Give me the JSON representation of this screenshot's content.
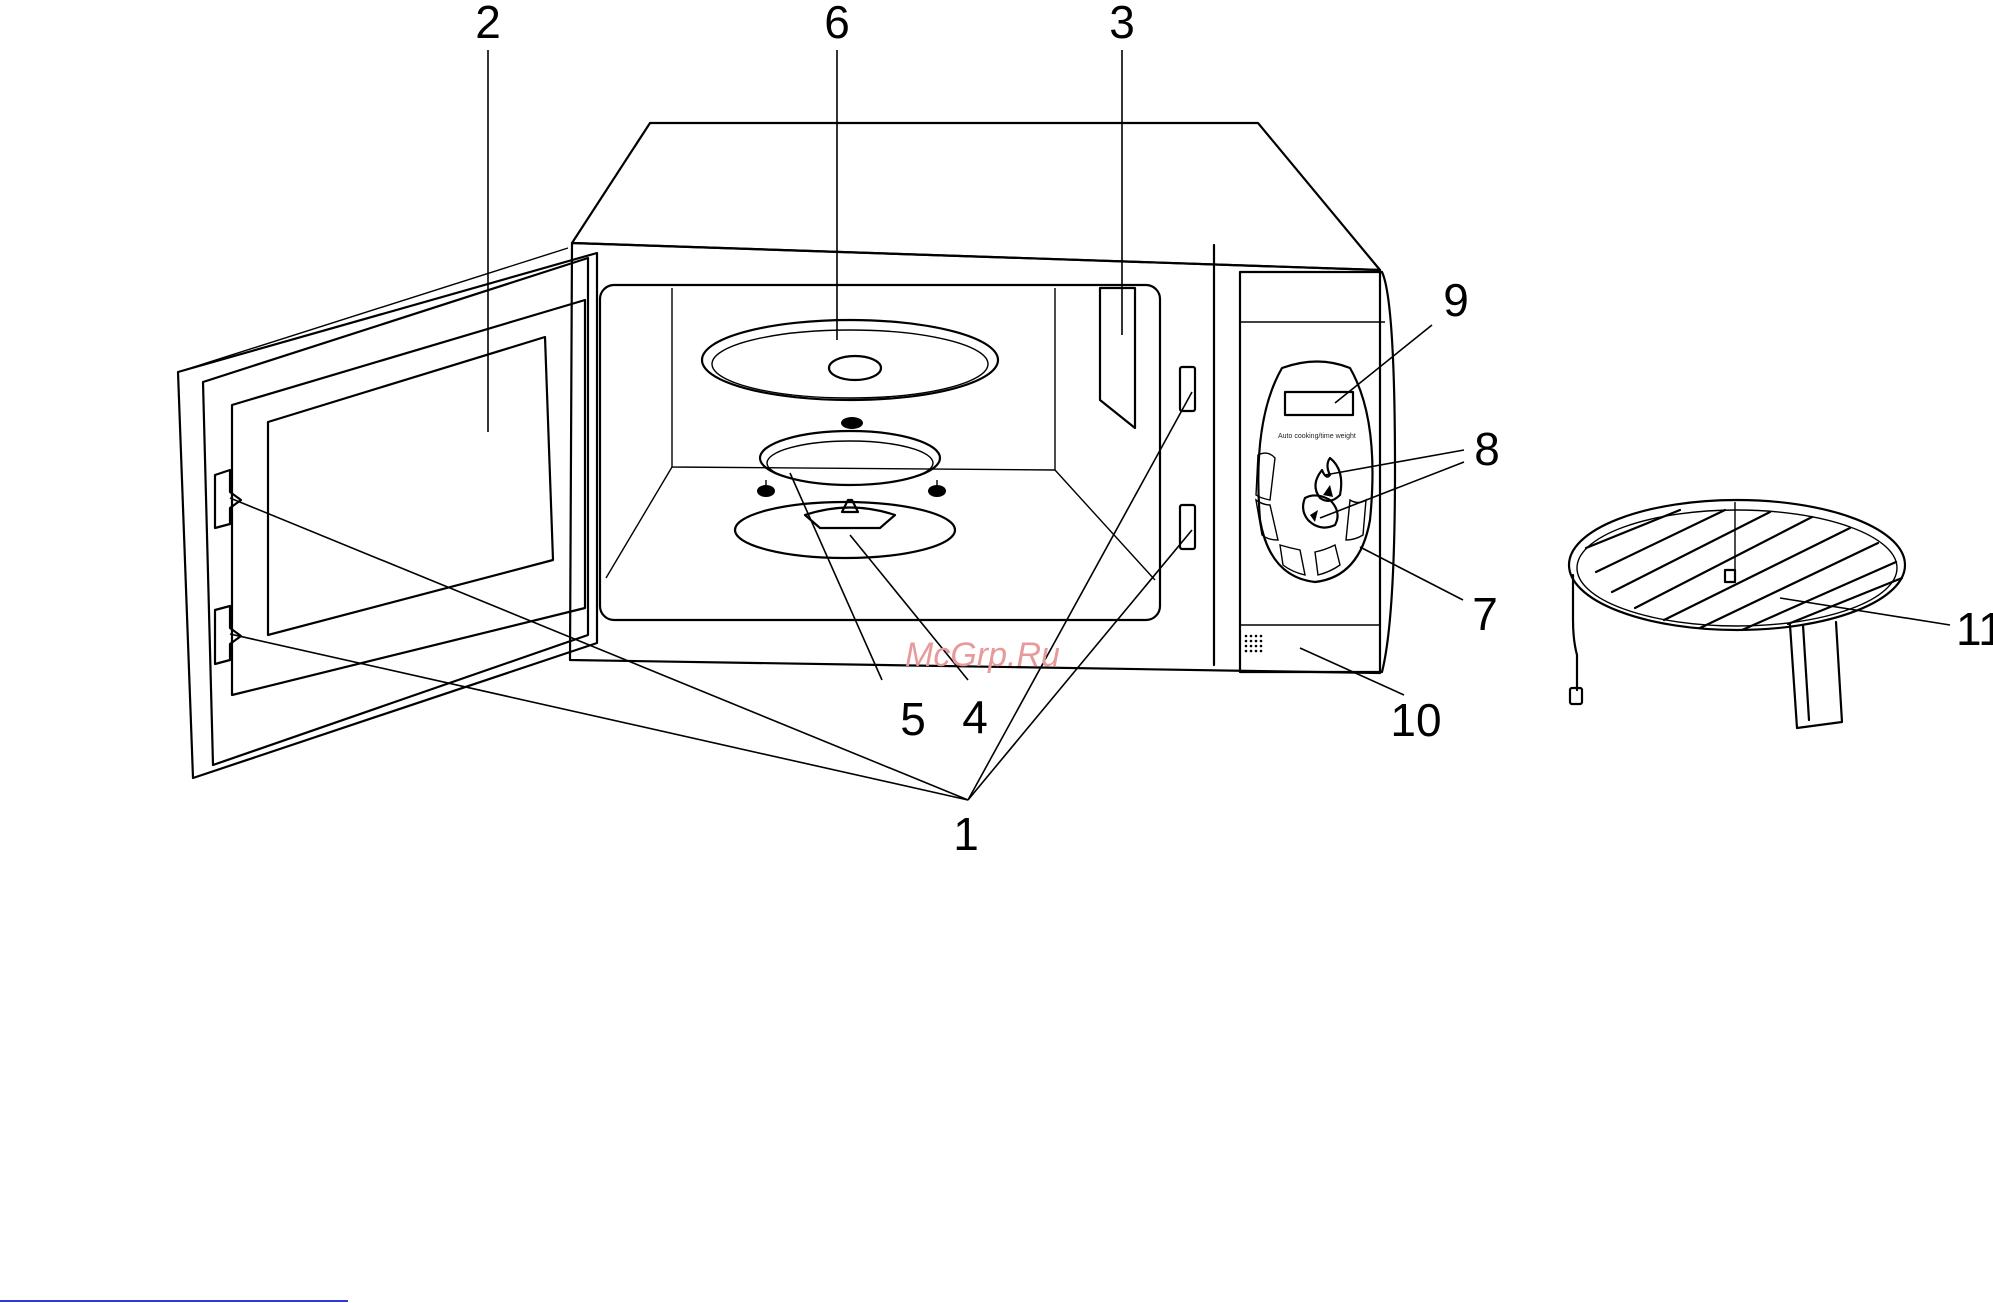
{
  "watermark": "McGrp.Ru",
  "panel_caption": "Auto cooking/time weight",
  "callouts": {
    "c1": "1",
    "c2": "2",
    "c3": "3",
    "c4": "4",
    "c5": "5",
    "c6": "6",
    "c7": "7",
    "c8": "8",
    "c9": "9",
    "c10": "10",
    "c11": "11"
  },
  "colors": {
    "line": "#000000",
    "watermark": "#e89a9a",
    "rule": "#2d3bd6"
  }
}
